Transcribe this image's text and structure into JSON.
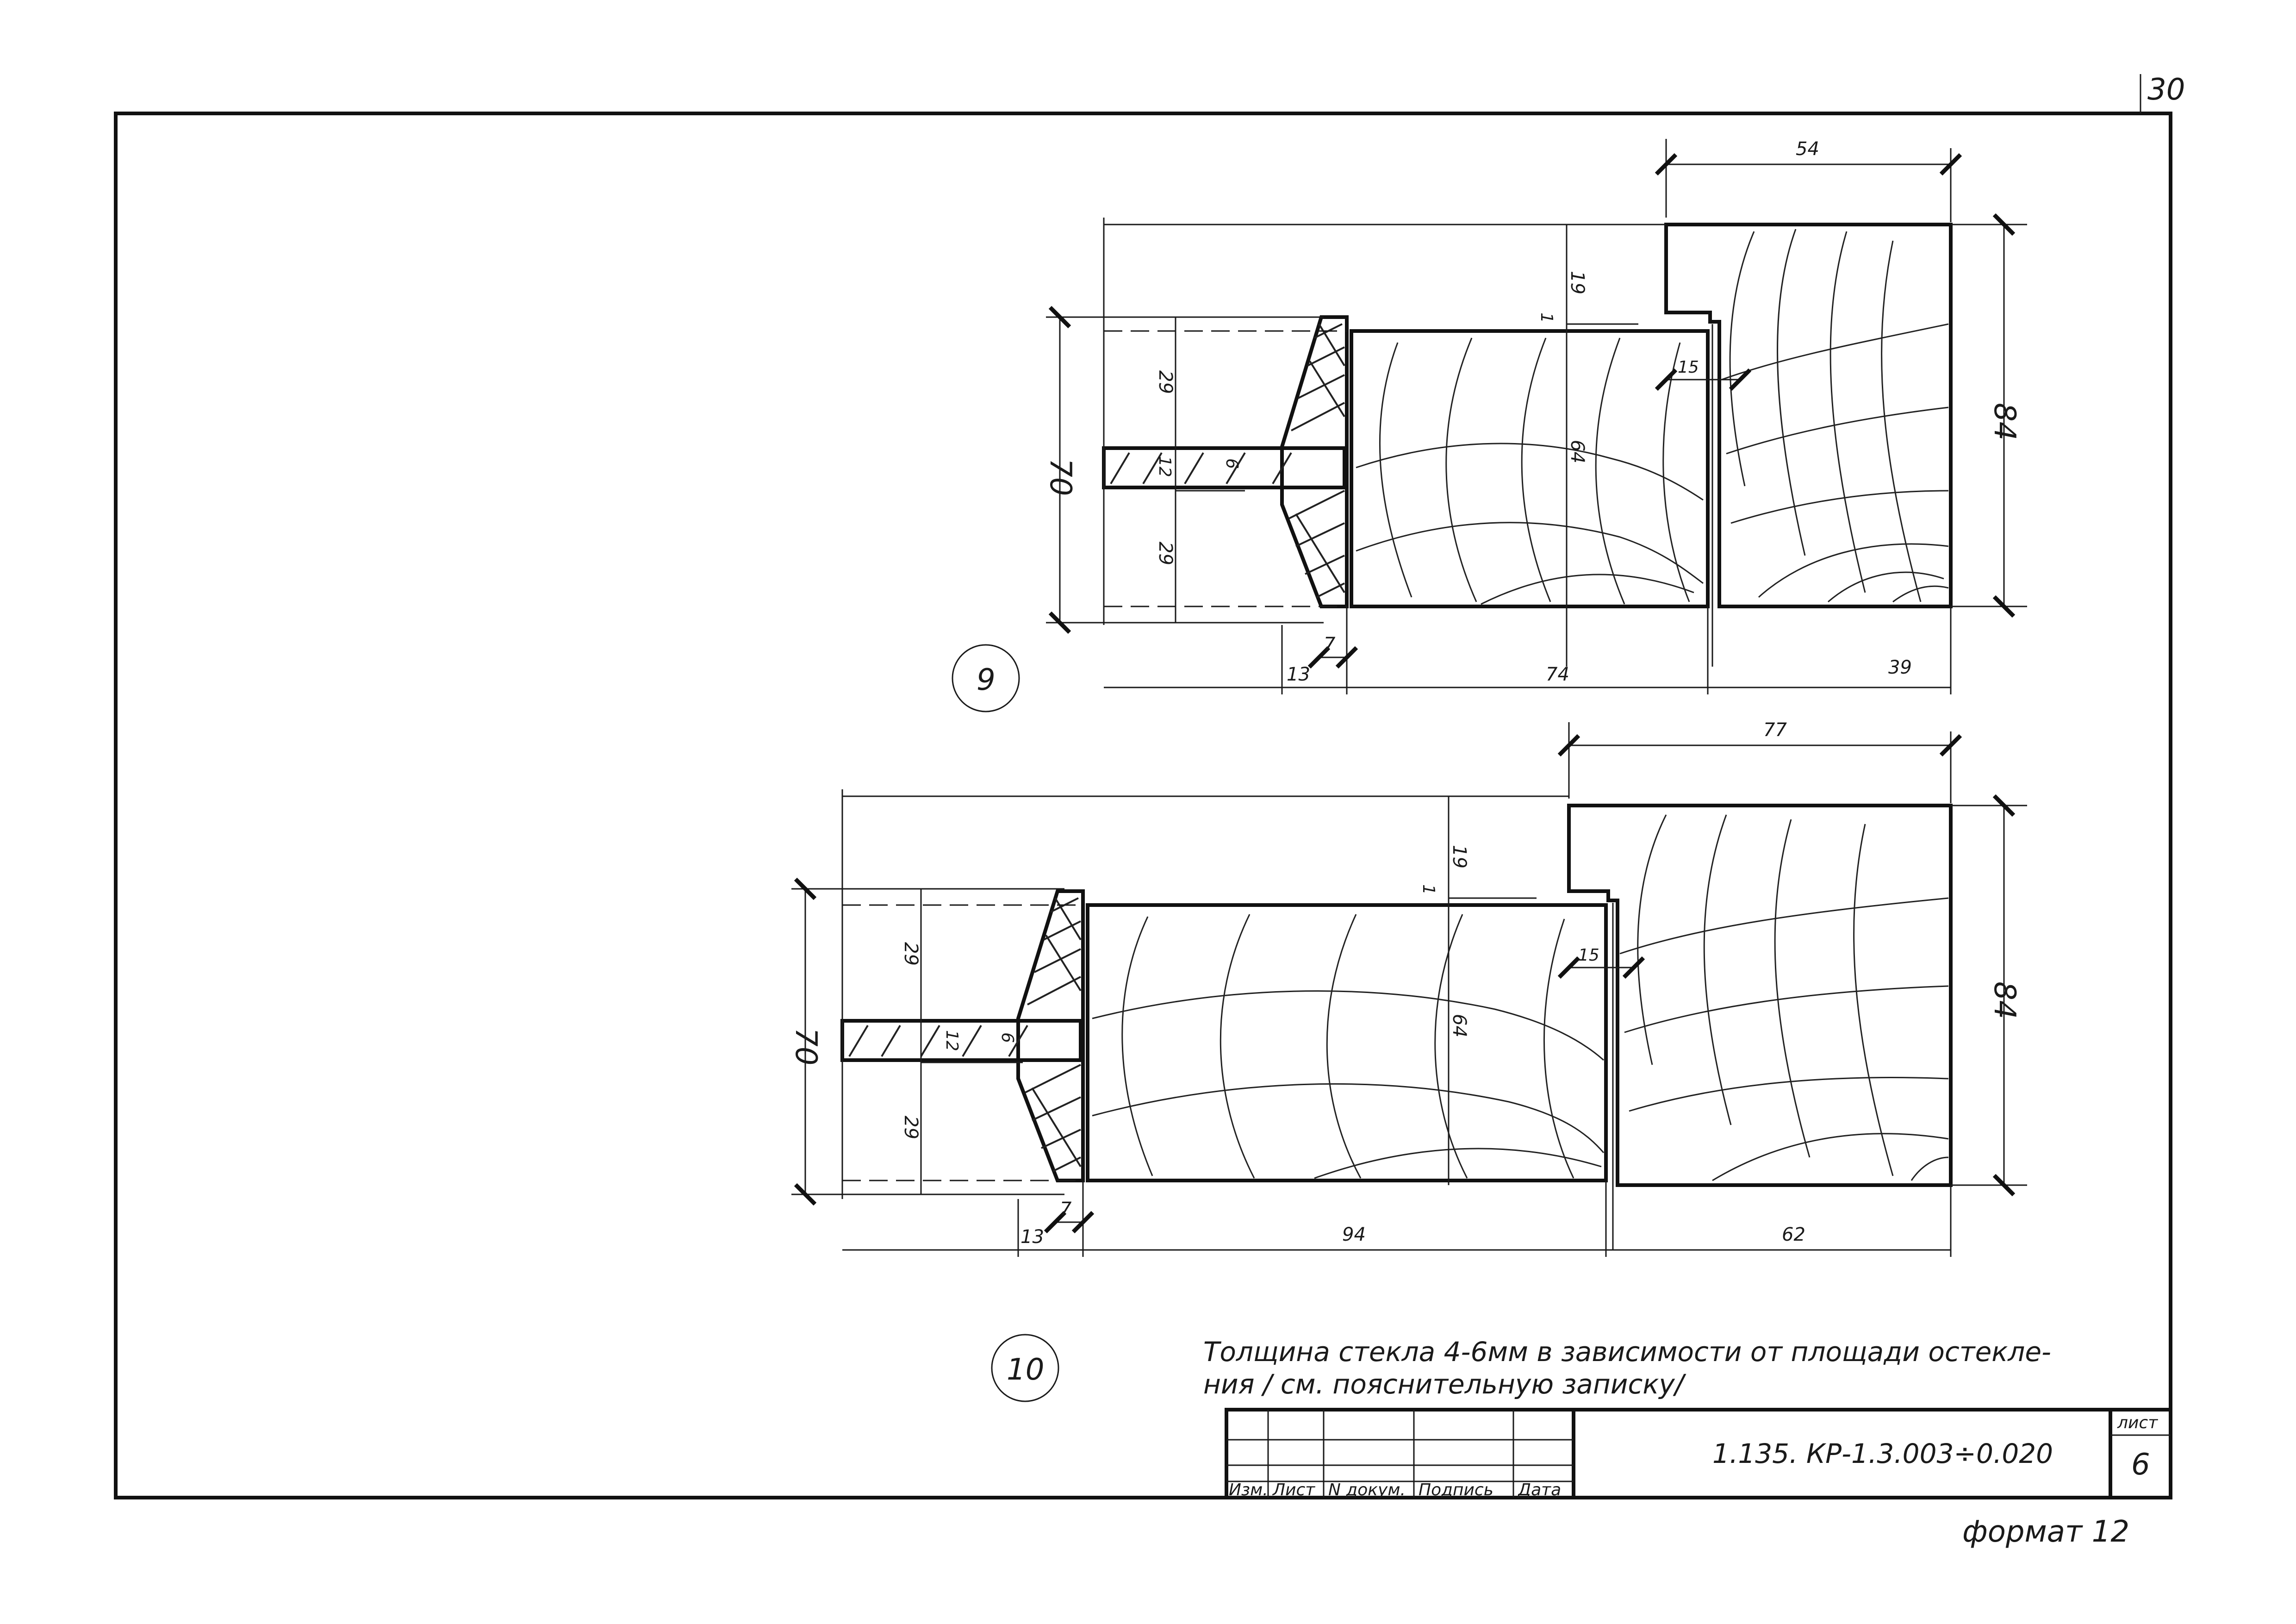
{
  "sheet": {
    "page_number": "30",
    "format_label": "формат 12"
  },
  "detail_9": {
    "label": "9",
    "dims": {
      "top_width": "54",
      "height_top": "19",
      "gap": "1",
      "rebate": "15",
      "frame_height": "84",
      "sash_height": "70",
      "upper": "29",
      "glass_slot": "12",
      "glass": "6",
      "lower": "29",
      "inner": "64",
      "bead": "7",
      "bead_base": "13",
      "sash_width": "74",
      "frame_width": "39"
    }
  },
  "detail_10": {
    "label": "10",
    "dims": {
      "top_width": "77",
      "height_top": "19",
      "gap": "1",
      "rebate": "15",
      "frame_height": "84",
      "sash_height": "70",
      "upper": "29",
      "glass_slot": "12",
      "glass": "6",
      "lower": "29",
      "inner": "64",
      "bead": "7",
      "bead_base": "13",
      "sash_width": "94",
      "frame_width": "62"
    }
  },
  "note": {
    "line1": "Толщина стекла 4-6мм в зависимости от площади остекле-",
    "line2": "ния / см. пояснительную записку/"
  },
  "title_block": {
    "headers": [
      "Изм.",
      "Лист",
      "N докум.",
      "Подпись",
      "Дата"
    ],
    "code": "1.135. КР-1.3.003÷0.020",
    "sheet_label": "лист",
    "sheet_number": "6"
  }
}
